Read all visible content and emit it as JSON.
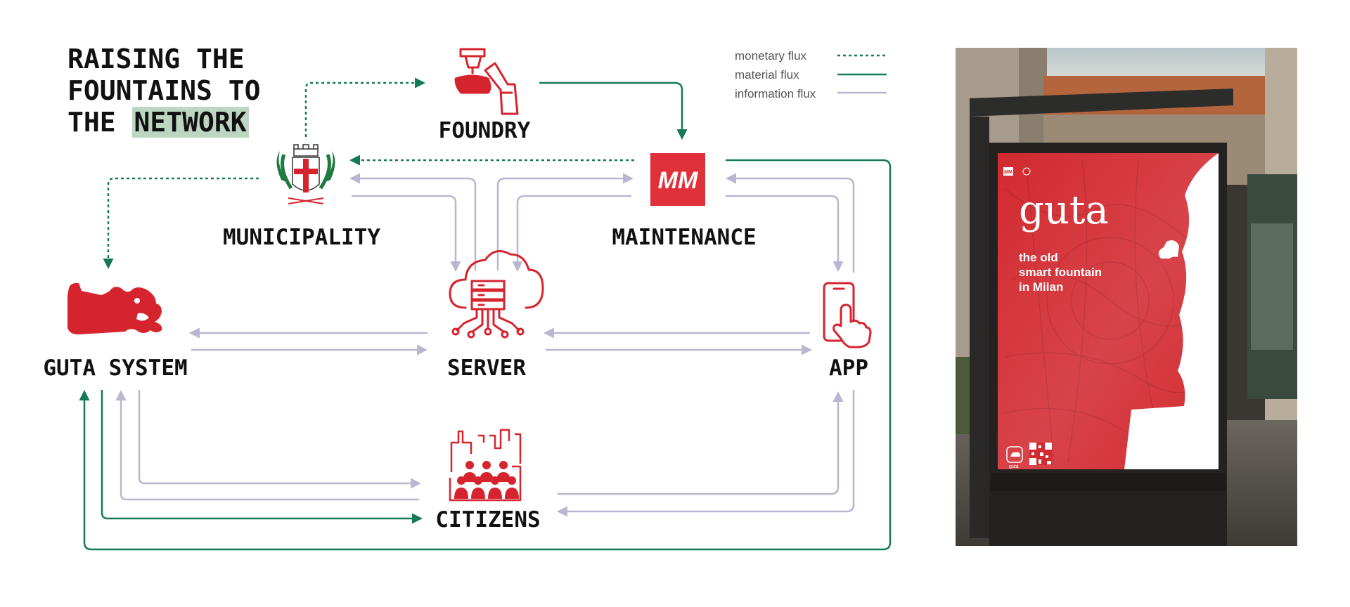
{
  "title": {
    "line1": "RAISING THE",
    "line2": "FOUNTAINS TO",
    "line3_prefix": "THE ",
    "line3_highlight": "NETWORK"
  },
  "legend": [
    {
      "label": "monetary flux",
      "style": "dotted",
      "color": "#137a55"
    },
    {
      "label": "material flux",
      "style": "solid",
      "color": "#137a55"
    },
    {
      "label": "information flux",
      "style": "solid",
      "color": "#b9b6cf"
    }
  ],
  "nodes": {
    "foundry": {
      "label": "FOUNDRY",
      "icon": "ladle-icon"
    },
    "municipality": {
      "label": "MUNICIPALITY",
      "icon": "milan-coat-of-arms-icon"
    },
    "maintenance": {
      "label": "MAINTENANCE",
      "icon": "mm-logo-icon",
      "logo_text": "MM"
    },
    "guta_system": {
      "label": "GUTA SYSTEM",
      "icon": "dragon-fountain-icon"
    },
    "server": {
      "label": "SERVER",
      "icon": "cloud-server-icon"
    },
    "app": {
      "label": "APP",
      "icon": "smartphone-touch-icon"
    },
    "citizens": {
      "label": "CITIZENS",
      "icon": "city-people-icon"
    }
  },
  "poster": {
    "brand": "guta",
    "tagline_lines": [
      "the old",
      "smart fountain",
      "in Milan"
    ],
    "mm_badge": "MM",
    "footer_label": "guta"
  },
  "colors": {
    "red": "#d6242f",
    "green": "#137a55",
    "grey": "#b9b6cf",
    "highlight": "#bcd6c2"
  }
}
